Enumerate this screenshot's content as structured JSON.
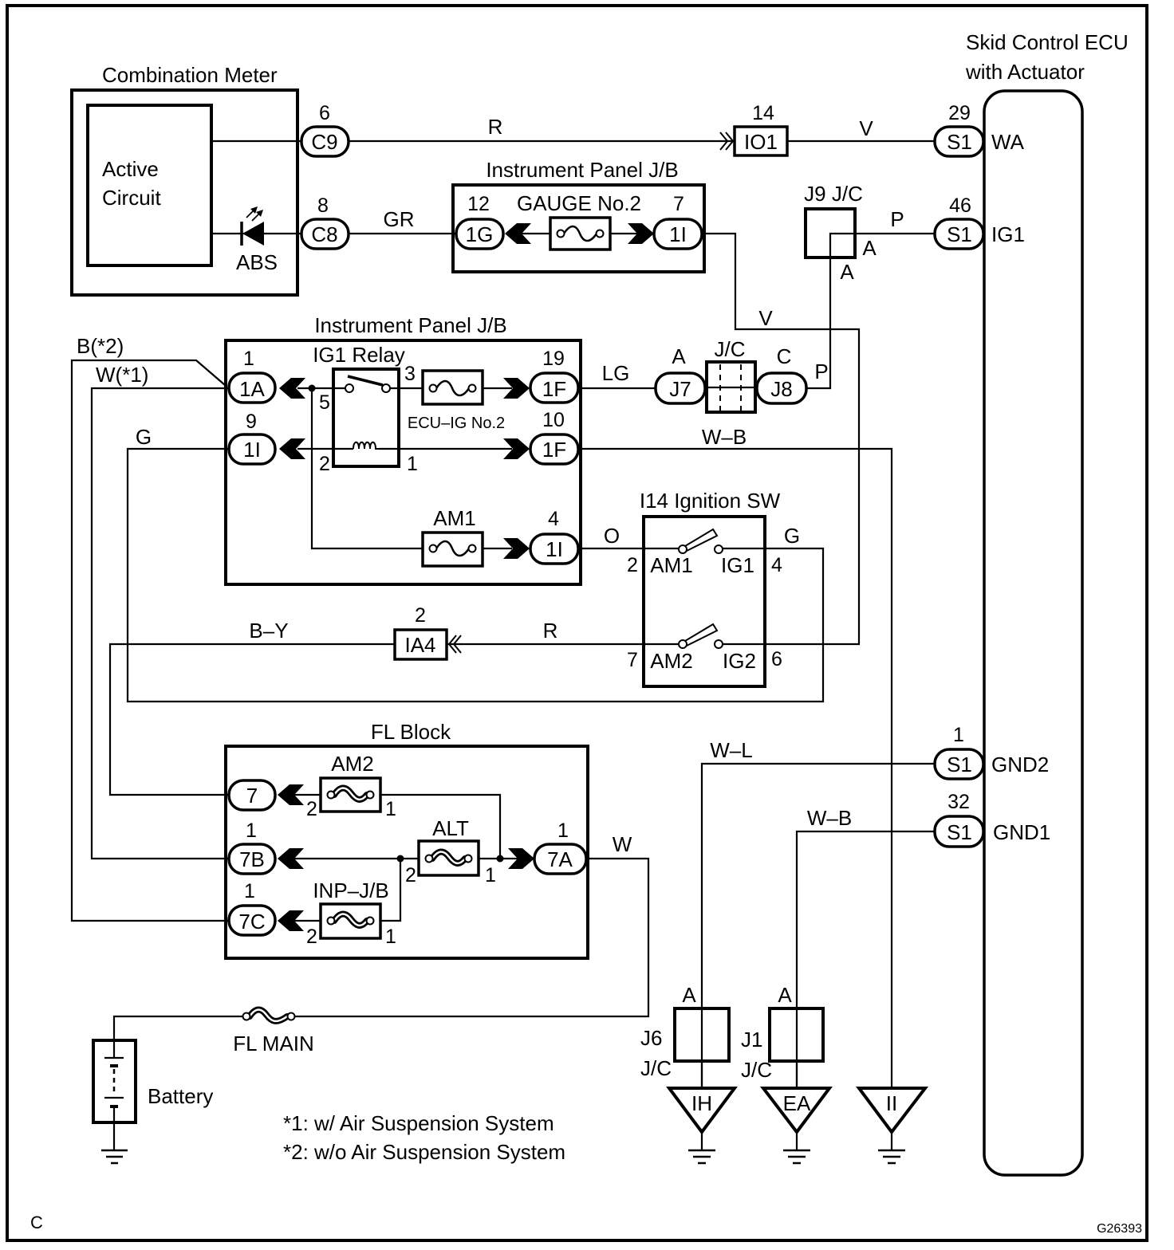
{
  "diagram": {
    "figure_code": "G26393",
    "section_letter": "C",
    "footnotes": [
      "*1: w/ Air Suspension System",
      "*2: w/o Air Suspension System"
    ],
    "line_color": "#000000",
    "background_color": "#ffffff"
  },
  "ecu": {
    "title_line1": "Skid Control ECU",
    "title_line2": "with Actuator",
    "terminals": [
      {
        "pin": "29",
        "connector": "S1",
        "name": "WA"
      },
      {
        "pin": "46",
        "connector": "S1",
        "name": "IG1"
      },
      {
        "pin": "1",
        "connector": "S1",
        "name": "GND2"
      },
      {
        "pin": "32",
        "connector": "S1",
        "name": "GND1"
      }
    ]
  },
  "combination_meter": {
    "title": "Combination Meter",
    "circuit_line1": "Active",
    "circuit_line2": "Circuit",
    "indicator": "ABS",
    "connectors": [
      {
        "pin": "6",
        "id": "C9"
      },
      {
        "pin": "8",
        "id": "C8"
      }
    ]
  },
  "junction_io1": {
    "pin": "14",
    "id": "IO1"
  },
  "junction_ia4": {
    "pin": "2",
    "id": "IA4"
  },
  "ip_jb_upper": {
    "title": "Instrument Panel J/B",
    "fuse": "GAUGE No.2",
    "connectors": [
      {
        "pin": "12",
        "id": "1G"
      },
      {
        "pin": "7",
        "id": "1I"
      }
    ]
  },
  "j9_jc": {
    "title": "J9 J/C",
    "pin_right": "A",
    "pin_bottom": "A"
  },
  "ip_jb_lower": {
    "title": "Instrument Panel J/B",
    "relay_title": "IG1 Relay",
    "relay_pins": {
      "p5": "5",
      "p3": "3",
      "p2": "2",
      "p1": "1"
    },
    "fuse_ecu_ig": "ECU–IG No.2",
    "fuse_am1": "AM1",
    "connectors": [
      {
        "pin": "1",
        "id": "1A"
      },
      {
        "pin": "9",
        "id": "1I"
      },
      {
        "pin": "19",
        "id": "1F"
      },
      {
        "pin": "10",
        "id": "1F"
      },
      {
        "pin": "4",
        "id": "1I"
      }
    ]
  },
  "jc_block": {
    "title": "J/C",
    "left": {
      "pin": "A",
      "id": "J7"
    },
    "right": {
      "pin": "C",
      "id": "J8"
    }
  },
  "ignition_switch": {
    "title": "I14 Ignition SW",
    "terminals": [
      {
        "pin": "2",
        "name": "AM1"
      },
      {
        "pin": "4",
        "name": "IG1"
      },
      {
        "pin": "7",
        "name": "AM2"
      },
      {
        "pin": "6",
        "name": "IG2"
      }
    ]
  },
  "fl_block": {
    "title": "FL Block",
    "fusible_links": [
      {
        "name": "AM2",
        "pin_in": "2",
        "pin_out": "1"
      },
      {
        "name": "ALT",
        "pin_in": "2",
        "pin_out": "1"
      },
      {
        "name": "INP–J/B",
        "pin_in": "2",
        "pin_out": "1"
      }
    ],
    "connectors": [
      {
        "id": "7"
      },
      {
        "pin": "1",
        "id": "7B"
      },
      {
        "pin": "1",
        "id": "7C"
      },
      {
        "pin": "1",
        "id": "7A"
      }
    ]
  },
  "power": {
    "main_fuse": "FL MAIN",
    "battery": "Battery"
  },
  "junction_connectors": [
    {
      "id": "J6",
      "type": "J/C",
      "pin": "A"
    },
    {
      "id": "J1",
      "type": "J/C",
      "pin": "A"
    }
  ],
  "grounds": [
    "IH",
    "EA",
    "II"
  ],
  "wires": {
    "c9_to_io1": "R",
    "io1_to_wa": "V",
    "c8_to_1g": "GR",
    "j9_to_ig1": "P",
    "jb_1i_to_ig2": "V",
    "jb_1f_to_j7": "LG",
    "j8_to_j9": "P",
    "jb_1f_to_ground_ii": "W–B",
    "jb_1i_to_am1": "O",
    "ig1_to_jb_1i": "G",
    "ig1_return_label": "G",
    "am2_to_ia4": "R",
    "ia4_to_fl7": "B–Y",
    "fl7c_to_1a": "B(*2)",
    "fl7b_to_1a": "W(*1)",
    "fl7a_to_main": "W",
    "gnd2_to_j6": "W–L",
    "gnd1_to_j1": "W–B"
  }
}
